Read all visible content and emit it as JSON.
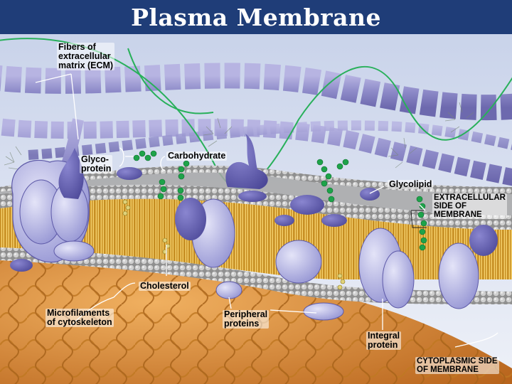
{
  "header": {
    "title": "Plasma Membrane"
  },
  "labels": {
    "ecm": [
      "Fibers of",
      "extracellular",
      "matrix (ECM)"
    ],
    "glycoprotein": [
      "Glyco-",
      "protein"
    ],
    "carbohydrate": [
      "Carbohydrate"
    ],
    "glycolipid": [
      "Glycolipid"
    ],
    "extracellular_side": [
      "EXTRACELLULAR",
      "SIDE OF",
      "MEMBRANE"
    ],
    "cholesterol": [
      "Cholesterol"
    ],
    "microfilaments": [
      "Microfilaments",
      "of cytoskeleton"
    ],
    "peripheral": [
      "Peripheral",
      "proteins"
    ],
    "integral": [
      "Integral",
      "protein"
    ],
    "cytoplasmic_side": [
      "CYTOPLASMIC SIDE",
      "OF MEMBRANE"
    ]
  },
  "colors": {
    "header_bg": "#1f3d78",
    "cytoplasm": "#d98a2e",
    "extracellular": "#d8e0ee",
    "protein": "#a8a8e0",
    "phospholipid_head": "#b9b9b9",
    "lipid_tail": "#e8b94a",
    "carbohydrate": "#1ea34a",
    "ecm_fiber": "#8d8ac8"
  }
}
